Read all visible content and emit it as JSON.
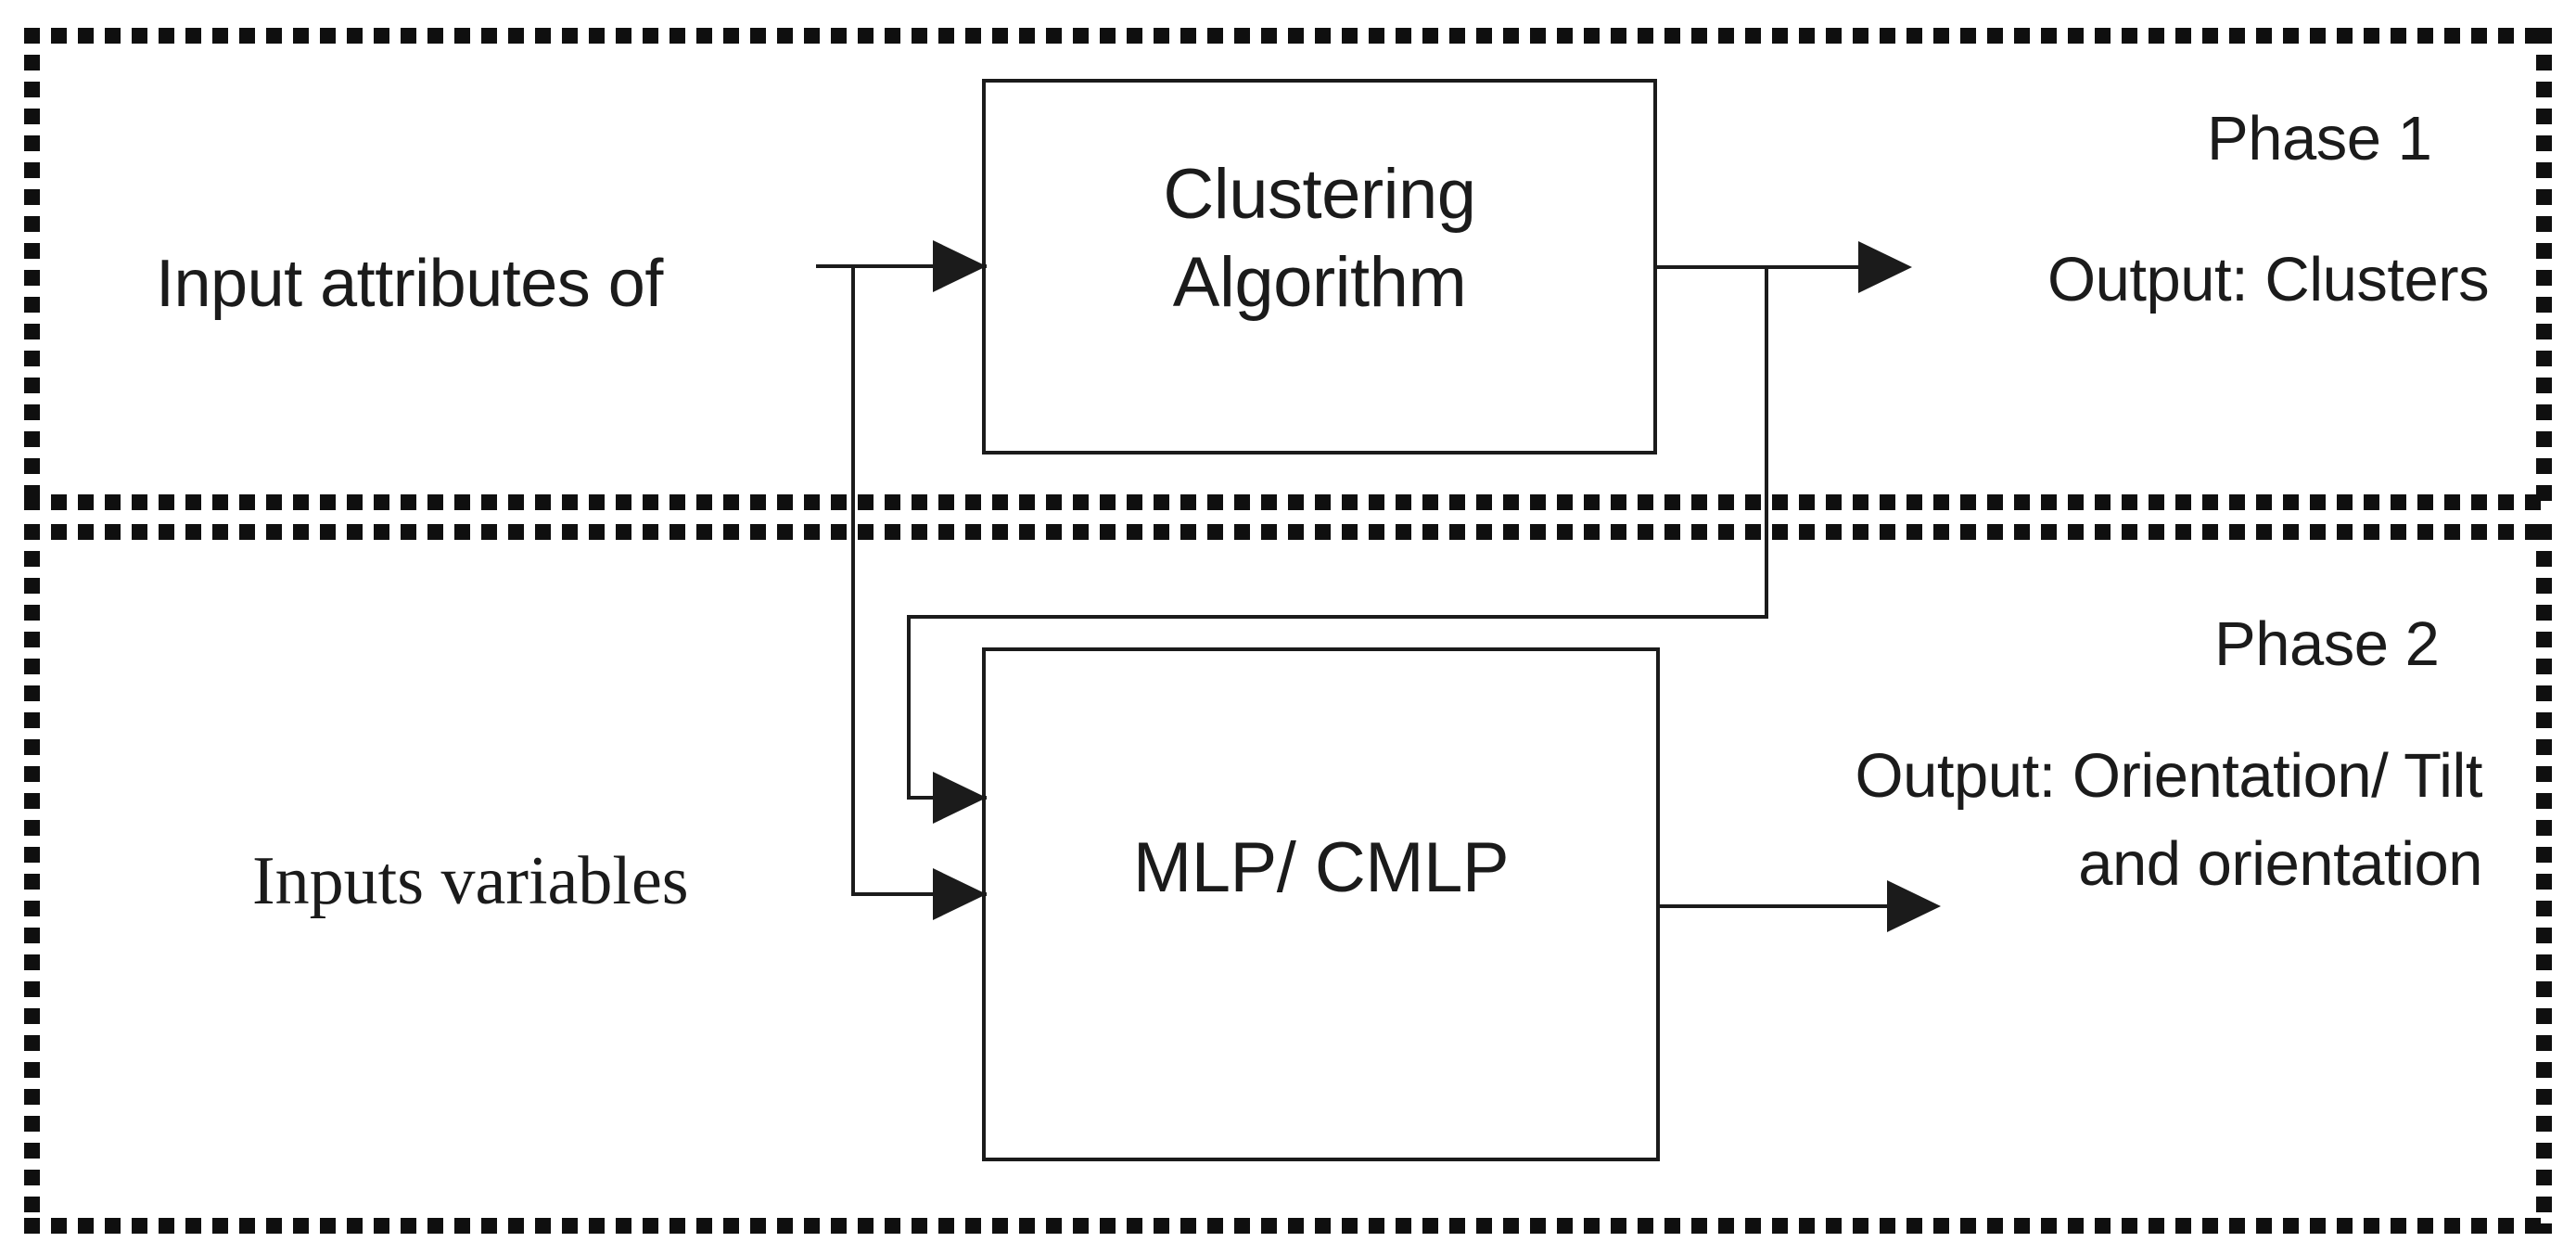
{
  "diagram": {
    "colors": {
      "ink": "#1b1b1b",
      "background": "#ffffff"
    },
    "phase1": {
      "title": "Phase 1",
      "input_label": "Input attributes of",
      "process_box": {
        "line1": "Clustering",
        "line2": "Algorithm"
      },
      "output_label": "Output: Clusters"
    },
    "phase2": {
      "title": "Phase 2",
      "input_label": "Inputs variables",
      "process_box": {
        "label": "MLP/ CMLP"
      },
      "output_label": {
        "line1": "Output: Orientation/ Tilt",
        "line2": "and orientation"
      }
    }
  }
}
